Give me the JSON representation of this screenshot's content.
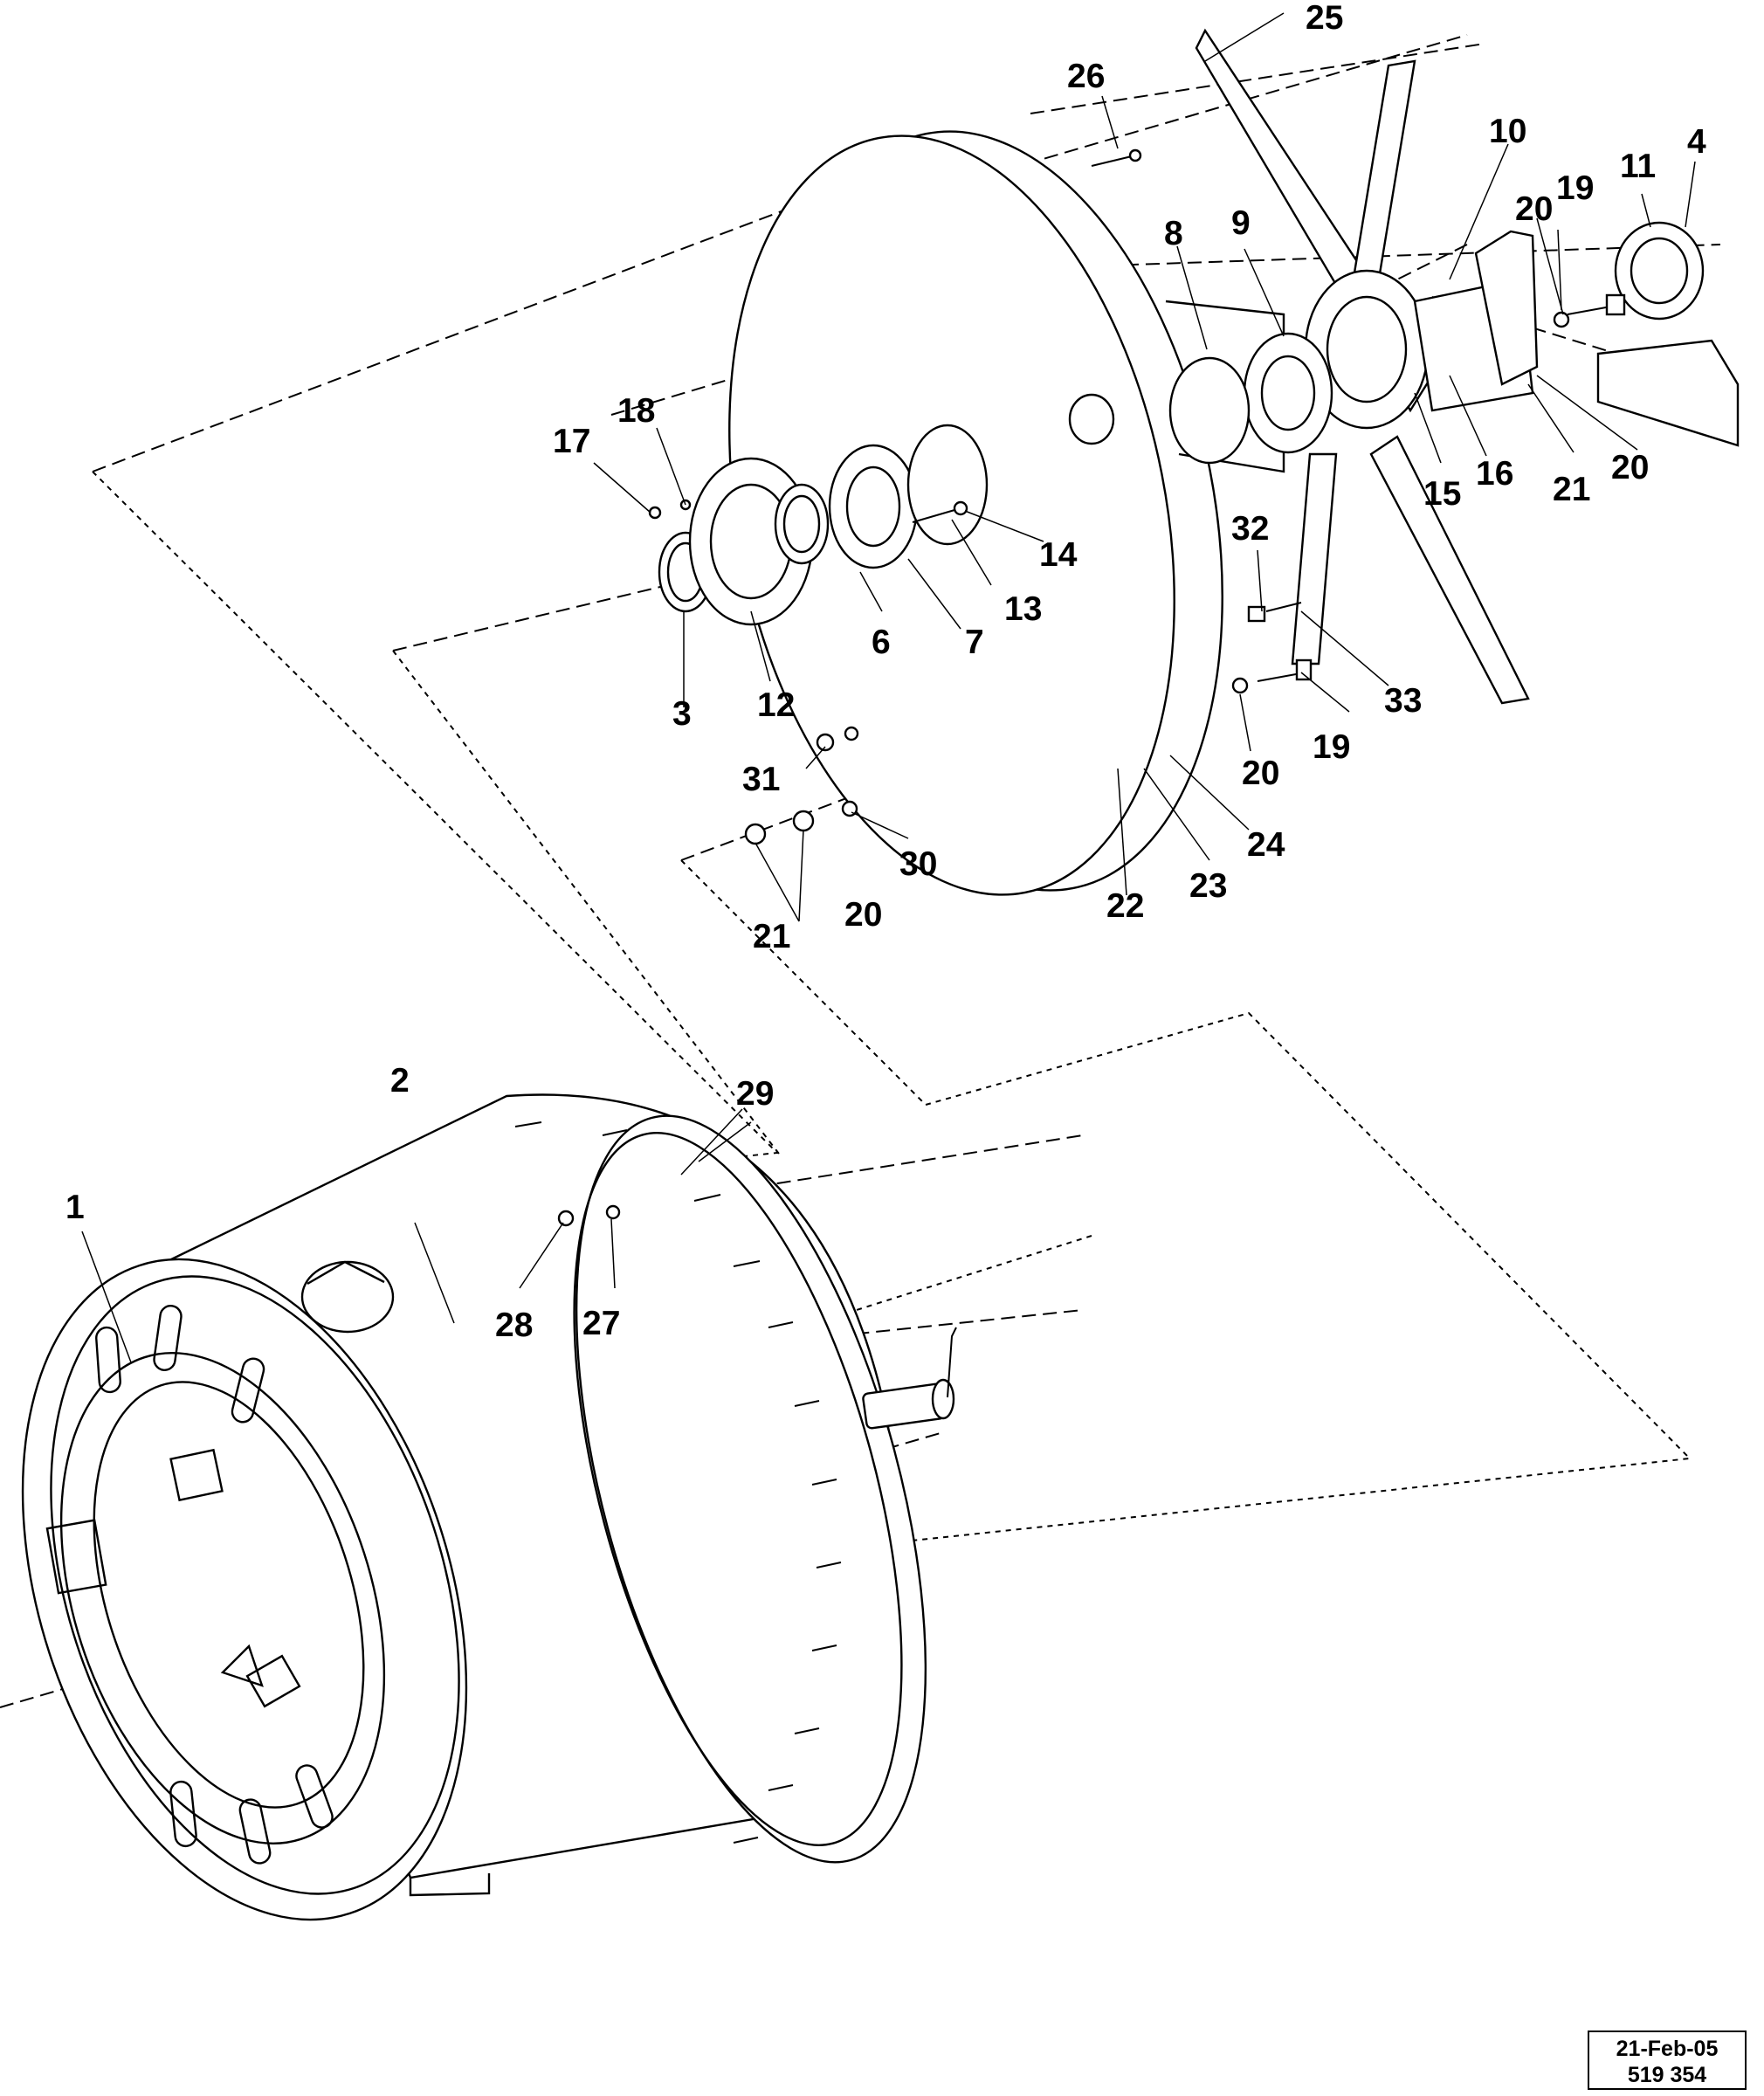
{
  "labels": {
    "l1": "1",
    "l2": "2",
    "l3": "3",
    "l4": "4",
    "l6": "6",
    "l7": "7",
    "l8": "8",
    "l9": "9",
    "l10": "10",
    "l11": "11",
    "l12": "12",
    "l13": "13",
    "l14": "14",
    "l15": "15",
    "l16": "16",
    "l17": "17",
    "l18": "18",
    "l19a": "19",
    "l19b": "19",
    "l20a": "20",
    "l20b": "20",
    "l20c": "20",
    "l20d": "20",
    "l21a": "21",
    "l21b": "21",
    "l22": "22",
    "l23": "23",
    "l24": "24",
    "l25": "25",
    "l26": "26",
    "l27": "27",
    "l28": "28",
    "l29": "29",
    "l30": "30",
    "l31": "31",
    "l32": "32",
    "l33": "33"
  },
  "stamp": {
    "date": "21-Feb-05",
    "number": "519 354"
  }
}
